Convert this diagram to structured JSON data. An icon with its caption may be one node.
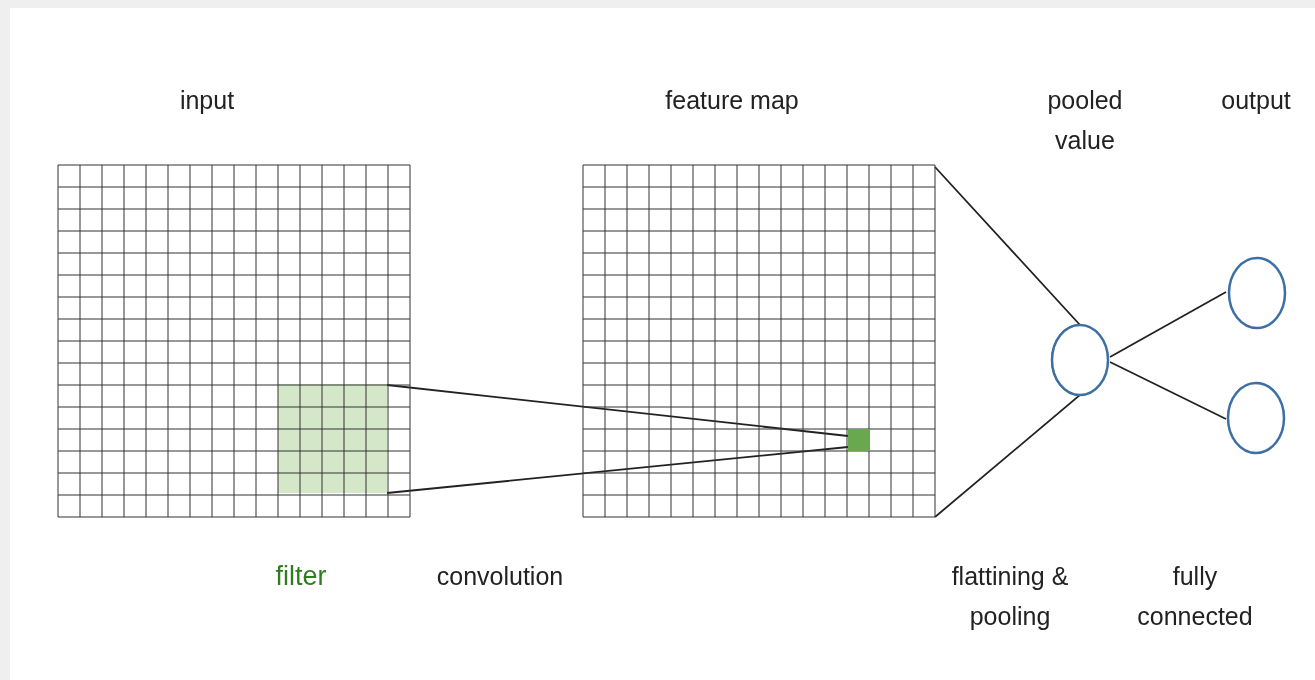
{
  "diagram": {
    "nodes": [
      {
        "text": [
          "input"
        ]
      },
      {
        "text": [],
        "shape": "box",
        "in": 0,
        "beside": [
          "filter"
        ]
      },
      {
        "text": [
          "feature map"
        ]
      },
      {
        "text": [],
        "shape": "box",
        "in": 2
      },
      {
        "text": [],
        "shape": "circle"
      },
      {
        "text": [],
        "shape": "circle"
      },
      {
        "text": [],
        "shape": "circle"
      }
    ],
    "edges": [
      {
        "from": 1,
        "to": 3,
        "arrow": "none"
      },
      {
        "from": 2,
        "to": 4,
        "arrow": "none"
      },
      {
        "from": 4,
        "to": 5,
        "arrow": "none"
      },
      {
        "from": 4,
        "to": 6,
        "arrow": "none"
      }
    ],
    "labels": [
      "pooled value",
      "output",
      "convolution",
      "flattining & pooling",
      "fully connected"
    ]
  }
}
